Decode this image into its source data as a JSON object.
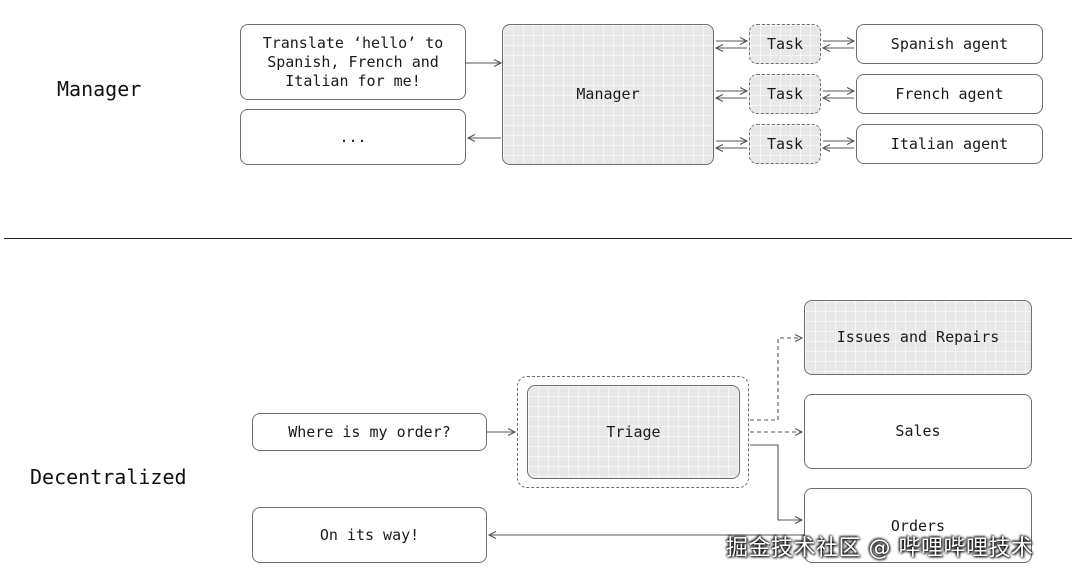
{
  "manager_section": {
    "title": "Manager",
    "user_input": "Translate ‘hello’ to\nSpanish, French and\nItalian for me!",
    "output": "...",
    "manager_label": "Manager",
    "tasks": [
      "Task",
      "Task",
      "Task"
    ],
    "agents": [
      "Spanish agent",
      "French agent",
      "Italian agent"
    ]
  },
  "decentralized_section": {
    "title": "Decentralized",
    "user_input": "Where is my order?",
    "triage_label": "Triage",
    "targets": [
      "Issues and Repairs",
      "Sales",
      "Orders"
    ],
    "response": "On its way!"
  },
  "watermark": "掘金技术社区 @ 哔哩哔哩技术"
}
